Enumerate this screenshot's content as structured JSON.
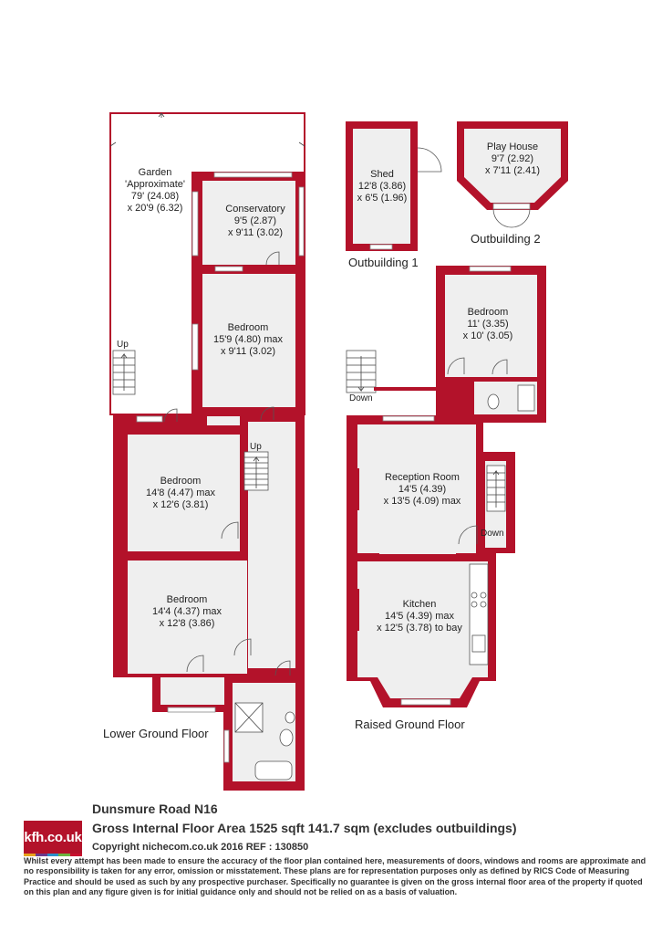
{
  "rooms": {
    "garden": {
      "name": "Garden",
      "sub": "'Approximate'",
      "dim1": "79' (24.08)",
      "dim2": "x 20'9 (6.32)"
    },
    "conservatory": {
      "name": "Conservatory",
      "dim1": "9'5 (2.87)",
      "dim2": "x 9'11 (3.02)"
    },
    "bedroom_lg1": {
      "name": "Bedroom",
      "dim1": "15'9 (4.80) max",
      "dim2": "x 9'11 (3.02)"
    },
    "bedroom_lg2": {
      "name": "Bedroom",
      "dim1": "14'8 (4.47) max",
      "dim2": "x 12'6 (3.81)"
    },
    "bedroom_lg3": {
      "name": "Bedroom",
      "dim1": "14'4 (4.37) max",
      "dim2": "x 12'8 (3.86)"
    },
    "shed": {
      "name": "Shed",
      "dim1": "12'8 (3.86)",
      "dim2": "x 6'5 (1.96)"
    },
    "playhouse": {
      "name": "Play House",
      "dim1": "9'7 (2.92)",
      "dim2": "x 7'11 (2.41)"
    },
    "bedroom_rg": {
      "name": "Bedroom",
      "dim1": "11' (3.35)",
      "dim2": "x 10' (3.05)"
    },
    "reception": {
      "name": "Reception Room",
      "dim1": "14'5 (4.39)",
      "dim2": "x 13'5 (4.09) max"
    },
    "kitchen": {
      "name": "Kitchen",
      "dim1": "14'5 (4.39) max",
      "dim2": "x 12'5 (3.78) to bay"
    }
  },
  "labels": {
    "up1": "Up",
    "up2": "Up",
    "down1": "Down",
    "down2": "Down",
    "outbuilding1": "Outbuilding 1",
    "outbuilding2": "Outbuilding 2",
    "lower_floor": "Lower Ground Floor",
    "raised_floor": "Raised Ground Floor"
  },
  "footer": {
    "logo": "kfh.co.uk",
    "logo_colors": [
      "#e8a21c",
      "#6a3a8c",
      "#2b8fc9",
      "#6cb33f",
      "#c8102e"
    ],
    "address": "Dunsmure Road  N16",
    "area": "Gross Internal Floor Area 1525 sqft 141.7 sqm (excludes outbuildings)",
    "copyright": "Copyright nichecom.co.uk 2016 REF : 130850",
    "disclaimer": "Whilst every attempt has been made to ensure the accuracy of the floor plan contained here, measurements of doors, windows and rooms are approximate and no responsibility is taken for any error, omission or misstatement.  These plans are for representation purposes only as defined by RICS Code of Measuring Practice and should be used as such by any prospective purchaser.  Specifically no guarantee is given on the gross internal floor area of the property if quoted on this plan and any figure given is for initial guidance only and should not be relied on as a basis of valuation."
  },
  "colors": {
    "wall": "#b3122a",
    "floor": "#efefef"
  }
}
